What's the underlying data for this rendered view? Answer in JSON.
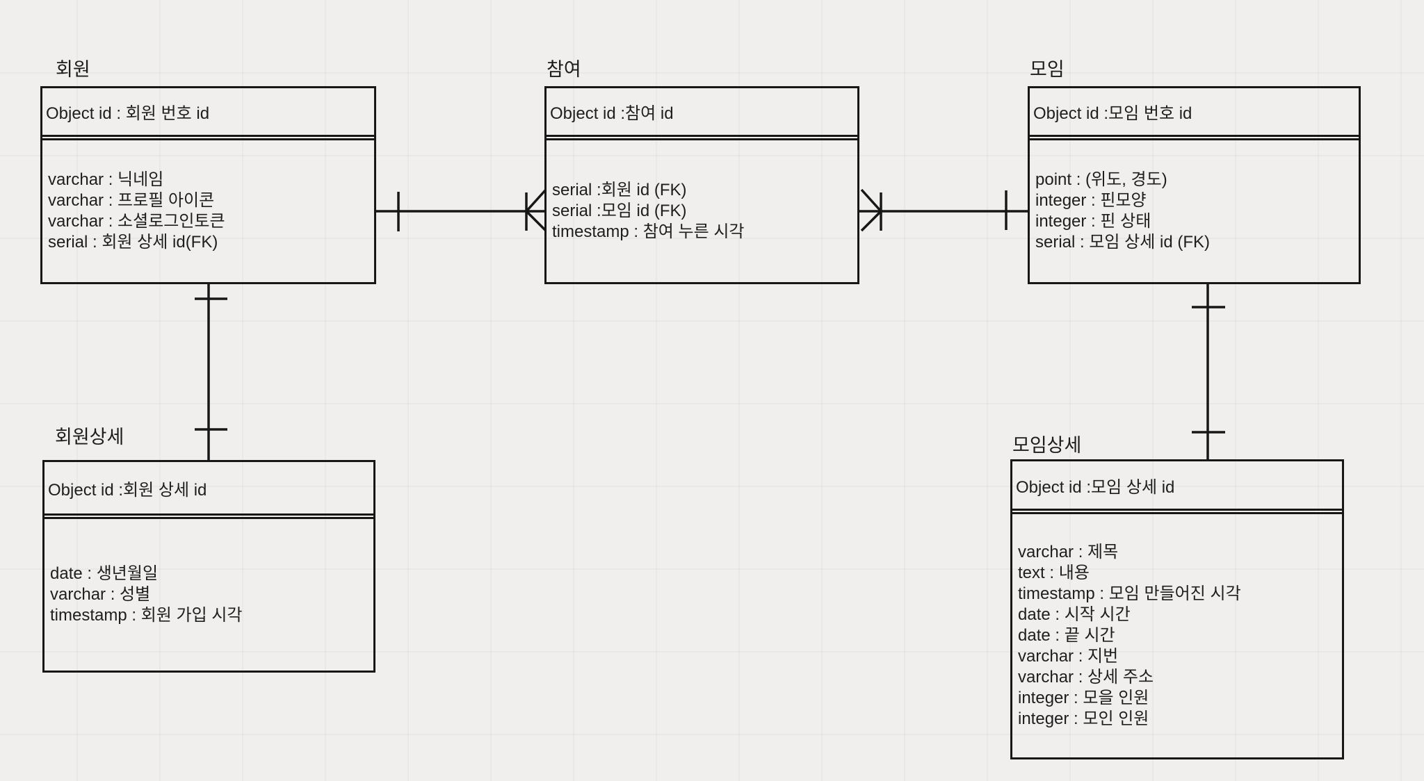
{
  "canvas": {
    "background_color": "#f0efed",
    "grid_color": "rgba(0,0,0,0.032)",
    "line_color": "#171717",
    "text_color": "#1e1e1e"
  },
  "diagram_type": "entity-relationship",
  "entities": [
    {
      "title": "회원",
      "header": "Object id : 회원 번호 id",
      "rows": [
        "varchar : 닉네임",
        "varchar : 프로필 아이콘",
        "varchar : 소셜로그인토큰",
        "serial : 회원 상세 id(FK)"
      ]
    },
    {
      "title": "참여",
      "header": "Object id :참여 id",
      "rows": [
        "serial :회원 id (FK)",
        "serial :모임 id (FK)",
        "timestamp : 참여 누른 시각"
      ]
    },
    {
      "title": "모임",
      "header": "Object id :모임 번호 id",
      "rows": [
        "point : (위도, 경도)",
        "integer : 핀모양",
        "integer : 핀 상태",
        "serial : 모임 상세 id (FK)"
      ]
    },
    {
      "title": "회원상세",
      "header": "Object id :회원 상세 id",
      "rows": [
        "date : 생년월일",
        "varchar : 성별",
        "timestamp : 회원 가입 시각"
      ]
    },
    {
      "title": "모임상세",
      "header": "Object id :모임 상세 id",
      "rows": [
        "varchar : 제목",
        "text : 내용",
        "timestamp : 모임 만들어진 시각",
        "date : 시작 시간",
        "date : 끝 시간",
        "varchar : 지번",
        "varchar : 상세 주소",
        "integer : 모을 인원",
        "integer : 모인 인원"
      ]
    }
  ],
  "relationships": [
    {
      "from": "회원",
      "to": "참여",
      "from_cardinality": "1",
      "to_cardinality": "N",
      "notation": "one-to-many crow's foot"
    },
    {
      "from": "참여",
      "to": "모임",
      "from_cardinality": "N",
      "to_cardinality": "1",
      "notation": "many-to-one crow's foot"
    },
    {
      "from": "회원",
      "to": "회원상세",
      "from_cardinality": "1",
      "to_cardinality": "1",
      "notation": "one-to-one"
    },
    {
      "from": "모임",
      "to": "모임상세",
      "from_cardinality": "1",
      "to_cardinality": "1",
      "notation": "one-to-one"
    }
  ]
}
